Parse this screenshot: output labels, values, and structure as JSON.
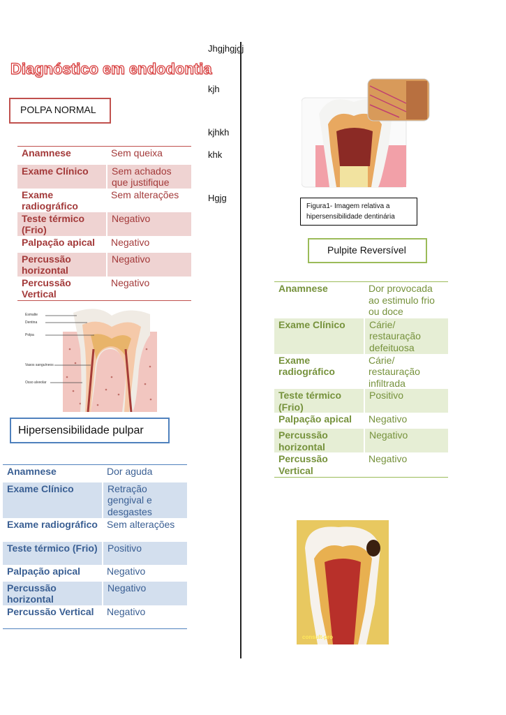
{
  "title": "Diagnóstico em endodontia",
  "notes": [
    "Jhgjhgjgj",
    "kjh",
    "kjhkh",
    "khk",
    "Hgjg"
  ],
  "sections": {
    "normal": {
      "label": "POLPA NORMAL",
      "rows": [
        {
          "k": "Anamnese",
          "v": "Sem queixa"
        },
        {
          "k": "Exame Clínico",
          "v": "Sem achados que justifique"
        },
        {
          "k": "Exame radiográfico",
          "v": "Sem alterações"
        },
        {
          "k": "Teste térmico (Frio)",
          "v": "Negativo"
        },
        {
          "k": "Palpação apical",
          "v": "Negativo"
        },
        {
          "k": "Percussão horizontal",
          "v": "Negativo"
        },
        {
          "k": "Percussão Vertical",
          "v": "Negativo"
        }
      ]
    },
    "hiper": {
      "label": "Hipersensibilidade pulpar",
      "rows": [
        {
          "k": "Anamnese",
          "v": "Dor aguda"
        },
        {
          "k": "Exame Clínico",
          "v": "Retração gengival e desgastes"
        },
        {
          "k": "Exame radiográfico",
          "v": "Sem alterações"
        },
        {
          "k": "Teste térmico (Frio)",
          "v": "Positivo"
        },
        {
          "k": "Palpação apical",
          "v": "Negativo"
        },
        {
          "k": "Percussão horizontal",
          "v": "Negativo"
        },
        {
          "k": "Percussão Vertical",
          "v": "Negativo"
        }
      ]
    },
    "reversivel": {
      "label": "Pulpite Reversível",
      "rows": [
        {
          "k": "Anamnese",
          "v": "Dor provocada ao estimulo frio ou doce"
        },
        {
          "k": "Exame Clínico",
          "v": "Cárie/ restauração defeituosa"
        },
        {
          "k": "Exame radiográfico",
          "v": " Cárie/ restauração infiltrada"
        },
        {
          "k": "Teste térmico (Frio)",
          "v": "Positivo"
        },
        {
          "k": "Palpação apical",
          "v": "Negativo"
        },
        {
          "k": "Percussão horizontal",
          "v": "Negativo"
        },
        {
          "k": "Percussão Vertical",
          "v": "Negativo"
        }
      ]
    }
  },
  "tooth_labels": [
    "Esmalte",
    "Dentina",
    "Polpa",
    "Vasos sanguíneos",
    "Osso alveolar"
  ],
  "figure_caption": "Figura1- Imagem relativa a hipersensibilidade dentinária",
  "watermark": "consult-pro"
}
